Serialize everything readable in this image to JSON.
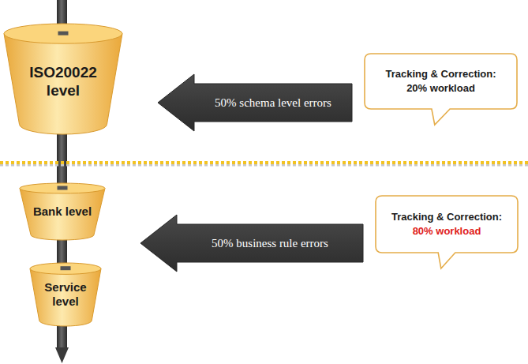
{
  "diagram": {
    "nodes": [
      {
        "text": [
          "ISO20022 level"
        ]
      },
      {
        "text": [
          "Bank level"
        ]
      },
      {
        "text": [
          "Service level"
        ]
      },
      {
        "text": [
          "Tracking & Correction:",
          "20% workload"
        ]
      },
      {
        "text": [
          "Tracking & Correction:",
          "80% workload"
        ]
      }
    ],
    "edges": [
      {
        "from": 3,
        "to": 0,
        "label": "50% schema level errors",
        "arrow": "to"
      },
      {
        "from": 4,
        "to": 1,
        "label": "50% business rule errors",
        "arrow": "to"
      }
    ]
  }
}
